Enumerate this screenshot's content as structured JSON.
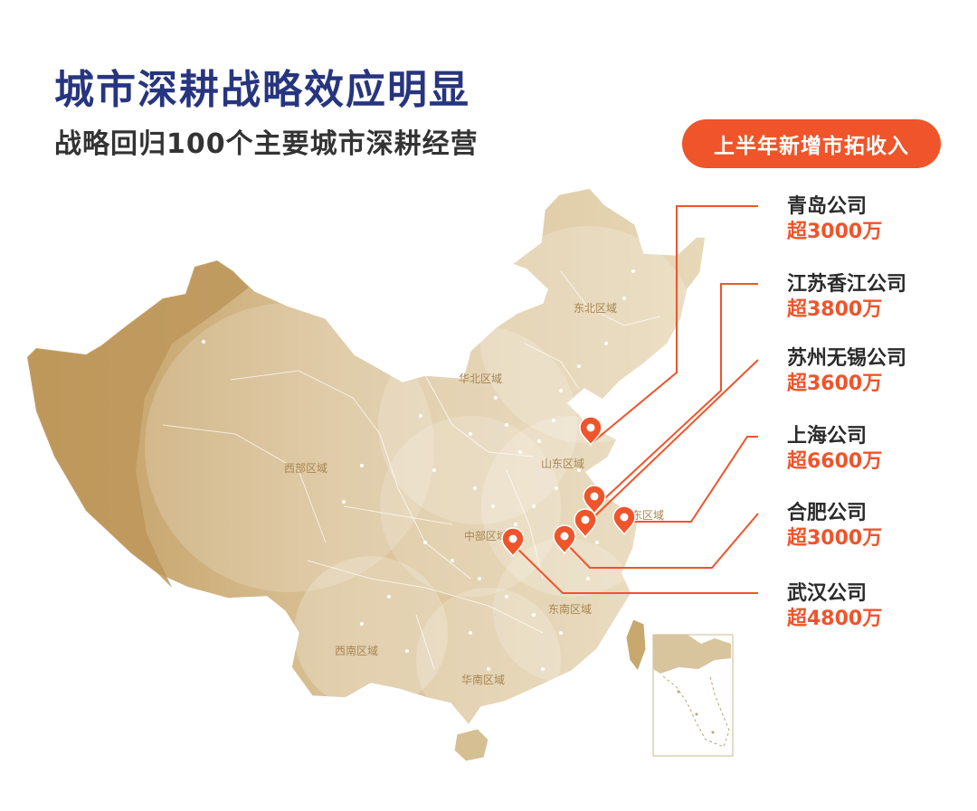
{
  "header": {
    "title": "城市深耕战略效应明显",
    "subtitle": "战略回归100个主要城市深耕经营",
    "badge": "上半年新增市拓收入"
  },
  "map": {
    "regions": [
      "东北区域",
      "华北区域",
      "西部区域",
      "山东区域",
      "中部区域",
      "华东区域",
      "东南区域",
      "西南区域",
      "华南区域"
    ]
  },
  "companies": [
    {
      "name": "青岛公司",
      "value": "超3000万"
    },
    {
      "name": "江苏香江公司",
      "value": "超3800万"
    },
    {
      "name": "苏州无锡公司",
      "value": "超3600万"
    },
    {
      "name": "上海公司",
      "value": "超6600万"
    },
    {
      "name": "合肥公司",
      "value": "超3000万"
    },
    {
      "name": "武汉公司",
      "value": "超4800万"
    }
  ],
  "colors": {
    "title": "#27357f",
    "accent": "#f0542a",
    "map_dark": "#c5a66e",
    "map_light": "#e6d6b4"
  }
}
